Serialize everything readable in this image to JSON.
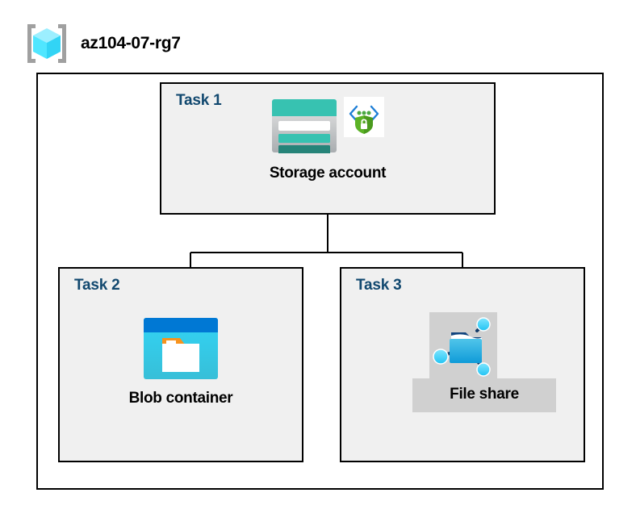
{
  "diagram": {
    "resource_group": {
      "name": "az104-07-rg7",
      "icon": "resource-group-cube-icon",
      "frame_border_color": "#000000",
      "frame_fill_color": "#ffffff"
    },
    "task_label_color": "#11486f",
    "box_fill_color": "#f0f0f0",
    "highlight_color": "#d0d0d0",
    "tasks": [
      {
        "id": "task-1",
        "label": "Task 1",
        "node_caption": "Storage account",
        "icons": [
          "storage-account-icon",
          "data-encryption-shield-icon"
        ]
      },
      {
        "id": "task-2",
        "label": "Task 2",
        "node_caption": "Blob container",
        "icons": [
          "blob-container-icon"
        ]
      },
      {
        "id": "task-3",
        "label": "Task 3",
        "node_caption": "File share",
        "icons": [
          "file-share-icon"
        ],
        "highlighted": true
      }
    ],
    "connections": [
      {
        "from": "Storage account",
        "to": "Blob container"
      },
      {
        "from": "Storage account",
        "to": "File share"
      }
    ],
    "colors": {
      "storage_teal": "#37c2b1",
      "storage_teal_dark": "#268479",
      "blob_blue": "#0078d4",
      "blob_cyan": "#32d4f5",
      "blob_orange": "#f7931e",
      "shield_green": "#5bb226",
      "cube_cyan": "#50e6ff",
      "bracket_gray": "#a0a0a0"
    }
  }
}
